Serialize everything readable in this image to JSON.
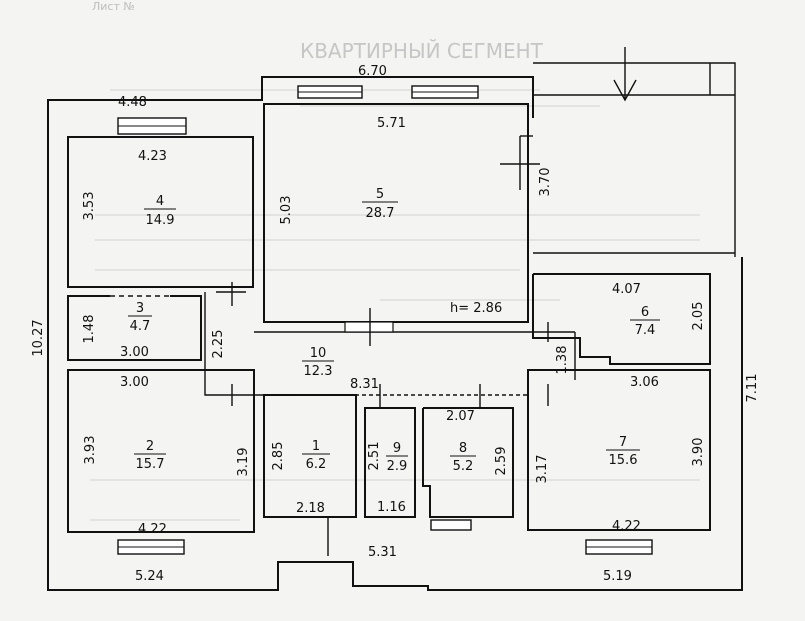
{
  "header_fragments": {
    "top_left": "Лист №",
    "title": "КВАРТИРНЫЙ СЕГМЕНТ"
  },
  "outer_dimensions": {
    "top_left_width": "4.48",
    "top_middle_width": "6.70",
    "left_height": "10.27",
    "right_height": "7.11",
    "bottom_left_width": "5.24",
    "bottom_middle_width": "5.31",
    "bottom_right_width": "5.19"
  },
  "rooms": [
    {
      "id": "4",
      "area": "14.9",
      "dims": [
        "4.23",
        "3.53"
      ]
    },
    {
      "id": "5",
      "area": "28.7",
      "dims": [
        "5.71",
        "5.03",
        "3.70"
      ],
      "height_note": "h= 2.86"
    },
    {
      "id": "3",
      "area": "4.7",
      "dims": [
        "1.48",
        "3.00"
      ]
    },
    {
      "id": "10",
      "area": "12.3",
      "dims": [
        "2.25",
        "8.31",
        "1.38"
      ]
    },
    {
      "id": "6",
      "area": "7.4",
      "dims": [
        "4.07",
        "2.05"
      ]
    },
    {
      "id": "2",
      "area": "15.7",
      "dims": [
        "3.00",
        "3.93",
        "3.19",
        "4.22"
      ]
    },
    {
      "id": "1",
      "area": "6.2",
      "dims": [
        "2.85",
        "2.18"
      ]
    },
    {
      "id": "9",
      "area": "2.9",
      "dims": [
        "2.51",
        "1.16"
      ]
    },
    {
      "id": "8",
      "area": "5.2",
      "dims": [
        "2.07",
        "2.59"
      ]
    },
    {
      "id": "7",
      "area": "15.6",
      "dims": [
        "3.06",
        "3.17",
        "3.90",
        "4.22"
      ]
    }
  ]
}
